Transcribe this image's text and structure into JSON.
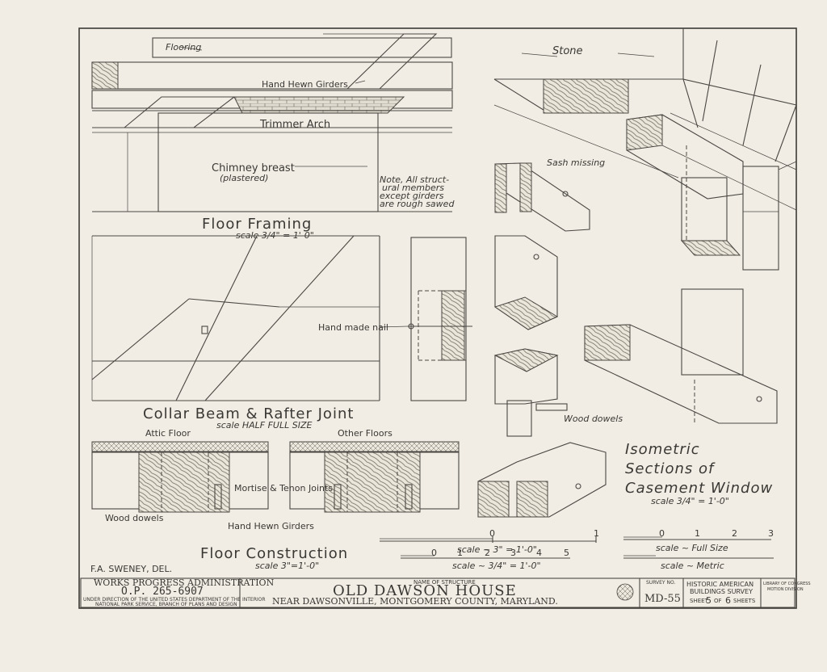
{
  "floor_framing": {
    "title": "Floor Framing",
    "scale": "scale 3/4\" = 1'-0\"",
    "labels": {
      "flooring": "Flooring",
      "girders": "Hand Hewn Girders",
      "trimmer_arch": "Trimmer Arch",
      "chimney_1": "Chimney breast",
      "chimney_2": "(plastered)",
      "note_1": "Note, All struct-",
      "note_2": "ural members",
      "note_3": "except girders",
      "note_4": "are rough sawed"
    }
  },
  "collar_beam": {
    "title": "Collar Beam & Rafter Joint",
    "scale": "scale HALF FULL SIZE",
    "nail_label": "Hand made nail"
  },
  "floor_construction": {
    "title": "Floor Construction",
    "scale": "scale 3\"=1'-0\"",
    "labels": {
      "attic_floor": "Attic Floor",
      "other_floors": "Other Floors",
      "mortise": "Mortise & Tenon Joints",
      "wood_dowels": "Wood dowels",
      "girders": "Hand Hewn Girders"
    }
  },
  "isometric": {
    "title_1": "Isometric",
    "title_2": "Sections of",
    "title_3": "Casement Window",
    "scale": "scale 3/4\" = 1'-0\"",
    "labels": {
      "stone": "Stone",
      "sash_missing": "Sash missing",
      "wood_dowels": "Wood dowels"
    }
  },
  "scales": {
    "bar_3in": {
      "label": "scale ~ 3\" = 1'-0\"",
      "ticks": [
        "0",
        "1"
      ]
    },
    "bar_34in": {
      "label": "scale ~ 3/4\" = 1'-0\"",
      "ticks": [
        "0",
        "1",
        "2",
        "3",
        "4",
        "5"
      ]
    },
    "full_size": {
      "label": "scale ~ Full Size",
      "ticks": [
        "0",
        "1",
        "2",
        "3"
      ]
    },
    "metric": {
      "label": "scale ~ Metric"
    }
  },
  "delineator": "F.A. SWENEY, DEL.",
  "title_block": {
    "agency_1": "WORKS PROGRESS ADMINISTRATION",
    "agency_2": "O.P. 265-6907",
    "agency_3": "UNDER DIRECTION OF THE UNITED STATES DEPARTMENT OF THE INTERIOR",
    "agency_4": "NATIONAL PARK SERVICE, BRANCH OF PLANS AND DESIGN",
    "structure_caption": "NAME OF STRUCTURE",
    "structure_name": "OLD DAWSON HOUSE",
    "location": "NEAR DAWSONVILLE, MONTGOMERY COUNTY, MARYLAND.",
    "survey_caption": "SURVEY NO.",
    "survey_no": "MD-55",
    "habs_1": "HISTORIC AMERICAN",
    "habs_2": "BUILDINGS SURVEY",
    "sheet_word": "SHEET",
    "sheet_no": "5",
    "of_word": "OF",
    "sheet_total": "6",
    "sheets_word": "SHEETS",
    "loc_1": "LIBRARY OF CONGRESS",
    "loc_2": "MOTION DIVISION"
  }
}
